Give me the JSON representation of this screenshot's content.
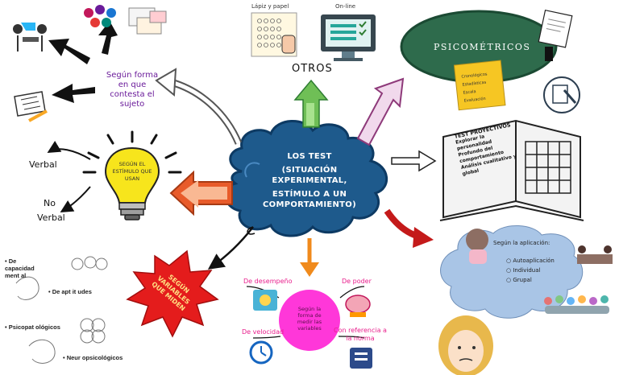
{
  "center": {
    "line1": "LOS TEST",
    "line2": "(SITUACIÓN",
    "line3": "EXPERIMENTAL,",
    "line4": "ESTÍMULO A UN",
    "line5": "COMPORTAMIENTO)"
  },
  "top_left": {
    "label_line1": "Según forma",
    "label_line2": "en que",
    "label_line3": "contesta el",
    "label_line4": "sujeto"
  },
  "bulb": {
    "line1": "SEGÚN EL",
    "line2": "ESTÍMULO QUE",
    "line3": "USAN",
    "verbal": "Verbal",
    "no": "No",
    "no_verbal": "Verbal"
  },
  "others": {
    "title": "OTROS",
    "lapiz": "Lápiz y papel",
    "online": "On-line"
  },
  "psicometricos": {
    "title": "PSICOMÉTRICOS",
    "notes": [
      "Cronológicos",
      "Estadísticas",
      "Escala",
      "Evaluación"
    ]
  },
  "proyectivos": {
    "title": "TEST PROYECTIVOS",
    "items": [
      "Explorar la personalidad",
      "Profundo del comportamiento",
      "Análisis cualitativo y global"
    ]
  },
  "aplicacion": {
    "title": "Según la aplicación:",
    "items": [
      "Autoaplicación",
      "Individual",
      "Grupal"
    ]
  },
  "star": {
    "line1": "SEGÚN",
    "line2": "VARIABLES",
    "line3": "QUE MIDEN"
  },
  "variables_list": [
    "De capacidad ment al",
    "De apt it udes",
    "Psicopat ológicos",
    "Neur opsicológicos"
  ],
  "medir": {
    "center_line1": "Según la",
    "center_line2": "forma de",
    "center_line3": "medir las",
    "center_line4": "variables",
    "desempeno": "De desempeño",
    "poder": "De poder",
    "velocidad": "De velocidad",
    "norma_line1": "Con referencia a",
    "norma_line2": "la norma"
  },
  "colors": {
    "cloud": "#1e5a8c",
    "board": "#2e6b4c",
    "pink": "#e91e8c",
    "bulb": "#f7e51c",
    "star": "#e41c1c",
    "circle": "#ff37d9",
    "bubble": "#a9c5e6"
  }
}
